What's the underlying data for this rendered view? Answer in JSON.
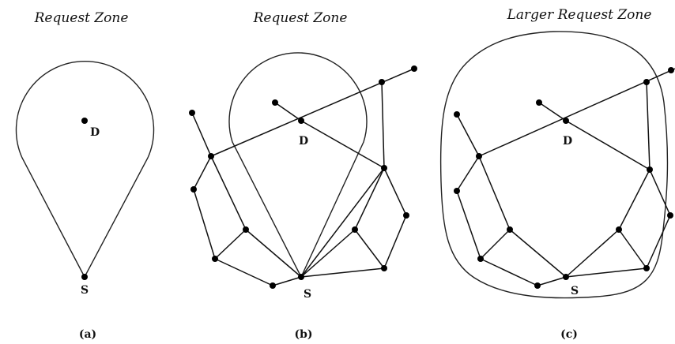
{
  "panels": [
    {
      "id": "a",
      "title": "Request Zone",
      "caption": "(a)",
      "labels": {
        "D": "D",
        "S": "S"
      }
    },
    {
      "id": "b",
      "title": "Request Zone",
      "caption": "(b)",
      "labels": {
        "D": "D",
        "S": "S"
      }
    },
    {
      "id": "c",
      "title": "Larger Request Zone",
      "caption": "(c)",
      "labels": {
        "D": "D",
        "S": "S"
      }
    }
  ]
}
